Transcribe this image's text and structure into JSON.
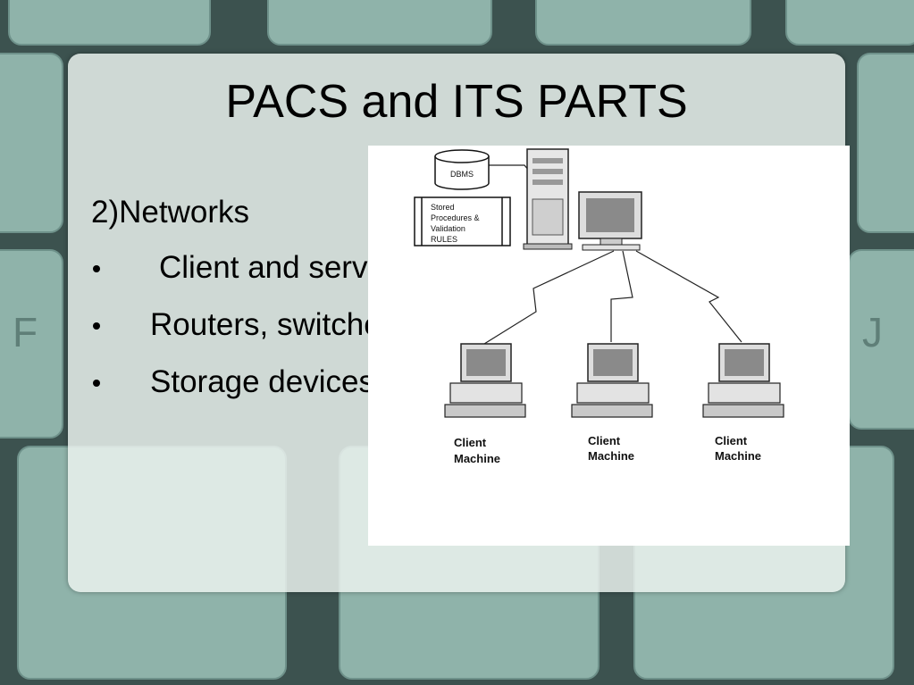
{
  "slide": {
    "title": "PACS and ITS PARTS",
    "heading": "2)Networks",
    "bullets": [
      "Client and servers",
      "Routers, switches",
      "Storage devices."
    ]
  },
  "diagram": {
    "database_label": "DBMS",
    "server_note": [
      "Stored",
      "Procedures &",
      "Validation",
      "RULES"
    ],
    "clients": [
      {
        "line1": "Client",
        "line2": "Machine"
      },
      {
        "line1": "Client",
        "line2": "Machine"
      },
      {
        "line1": "Client",
        "line2": "Machine"
      }
    ]
  },
  "colors": {
    "background": "#3f5552",
    "card": "#ecf3f0",
    "text": "#000000"
  }
}
